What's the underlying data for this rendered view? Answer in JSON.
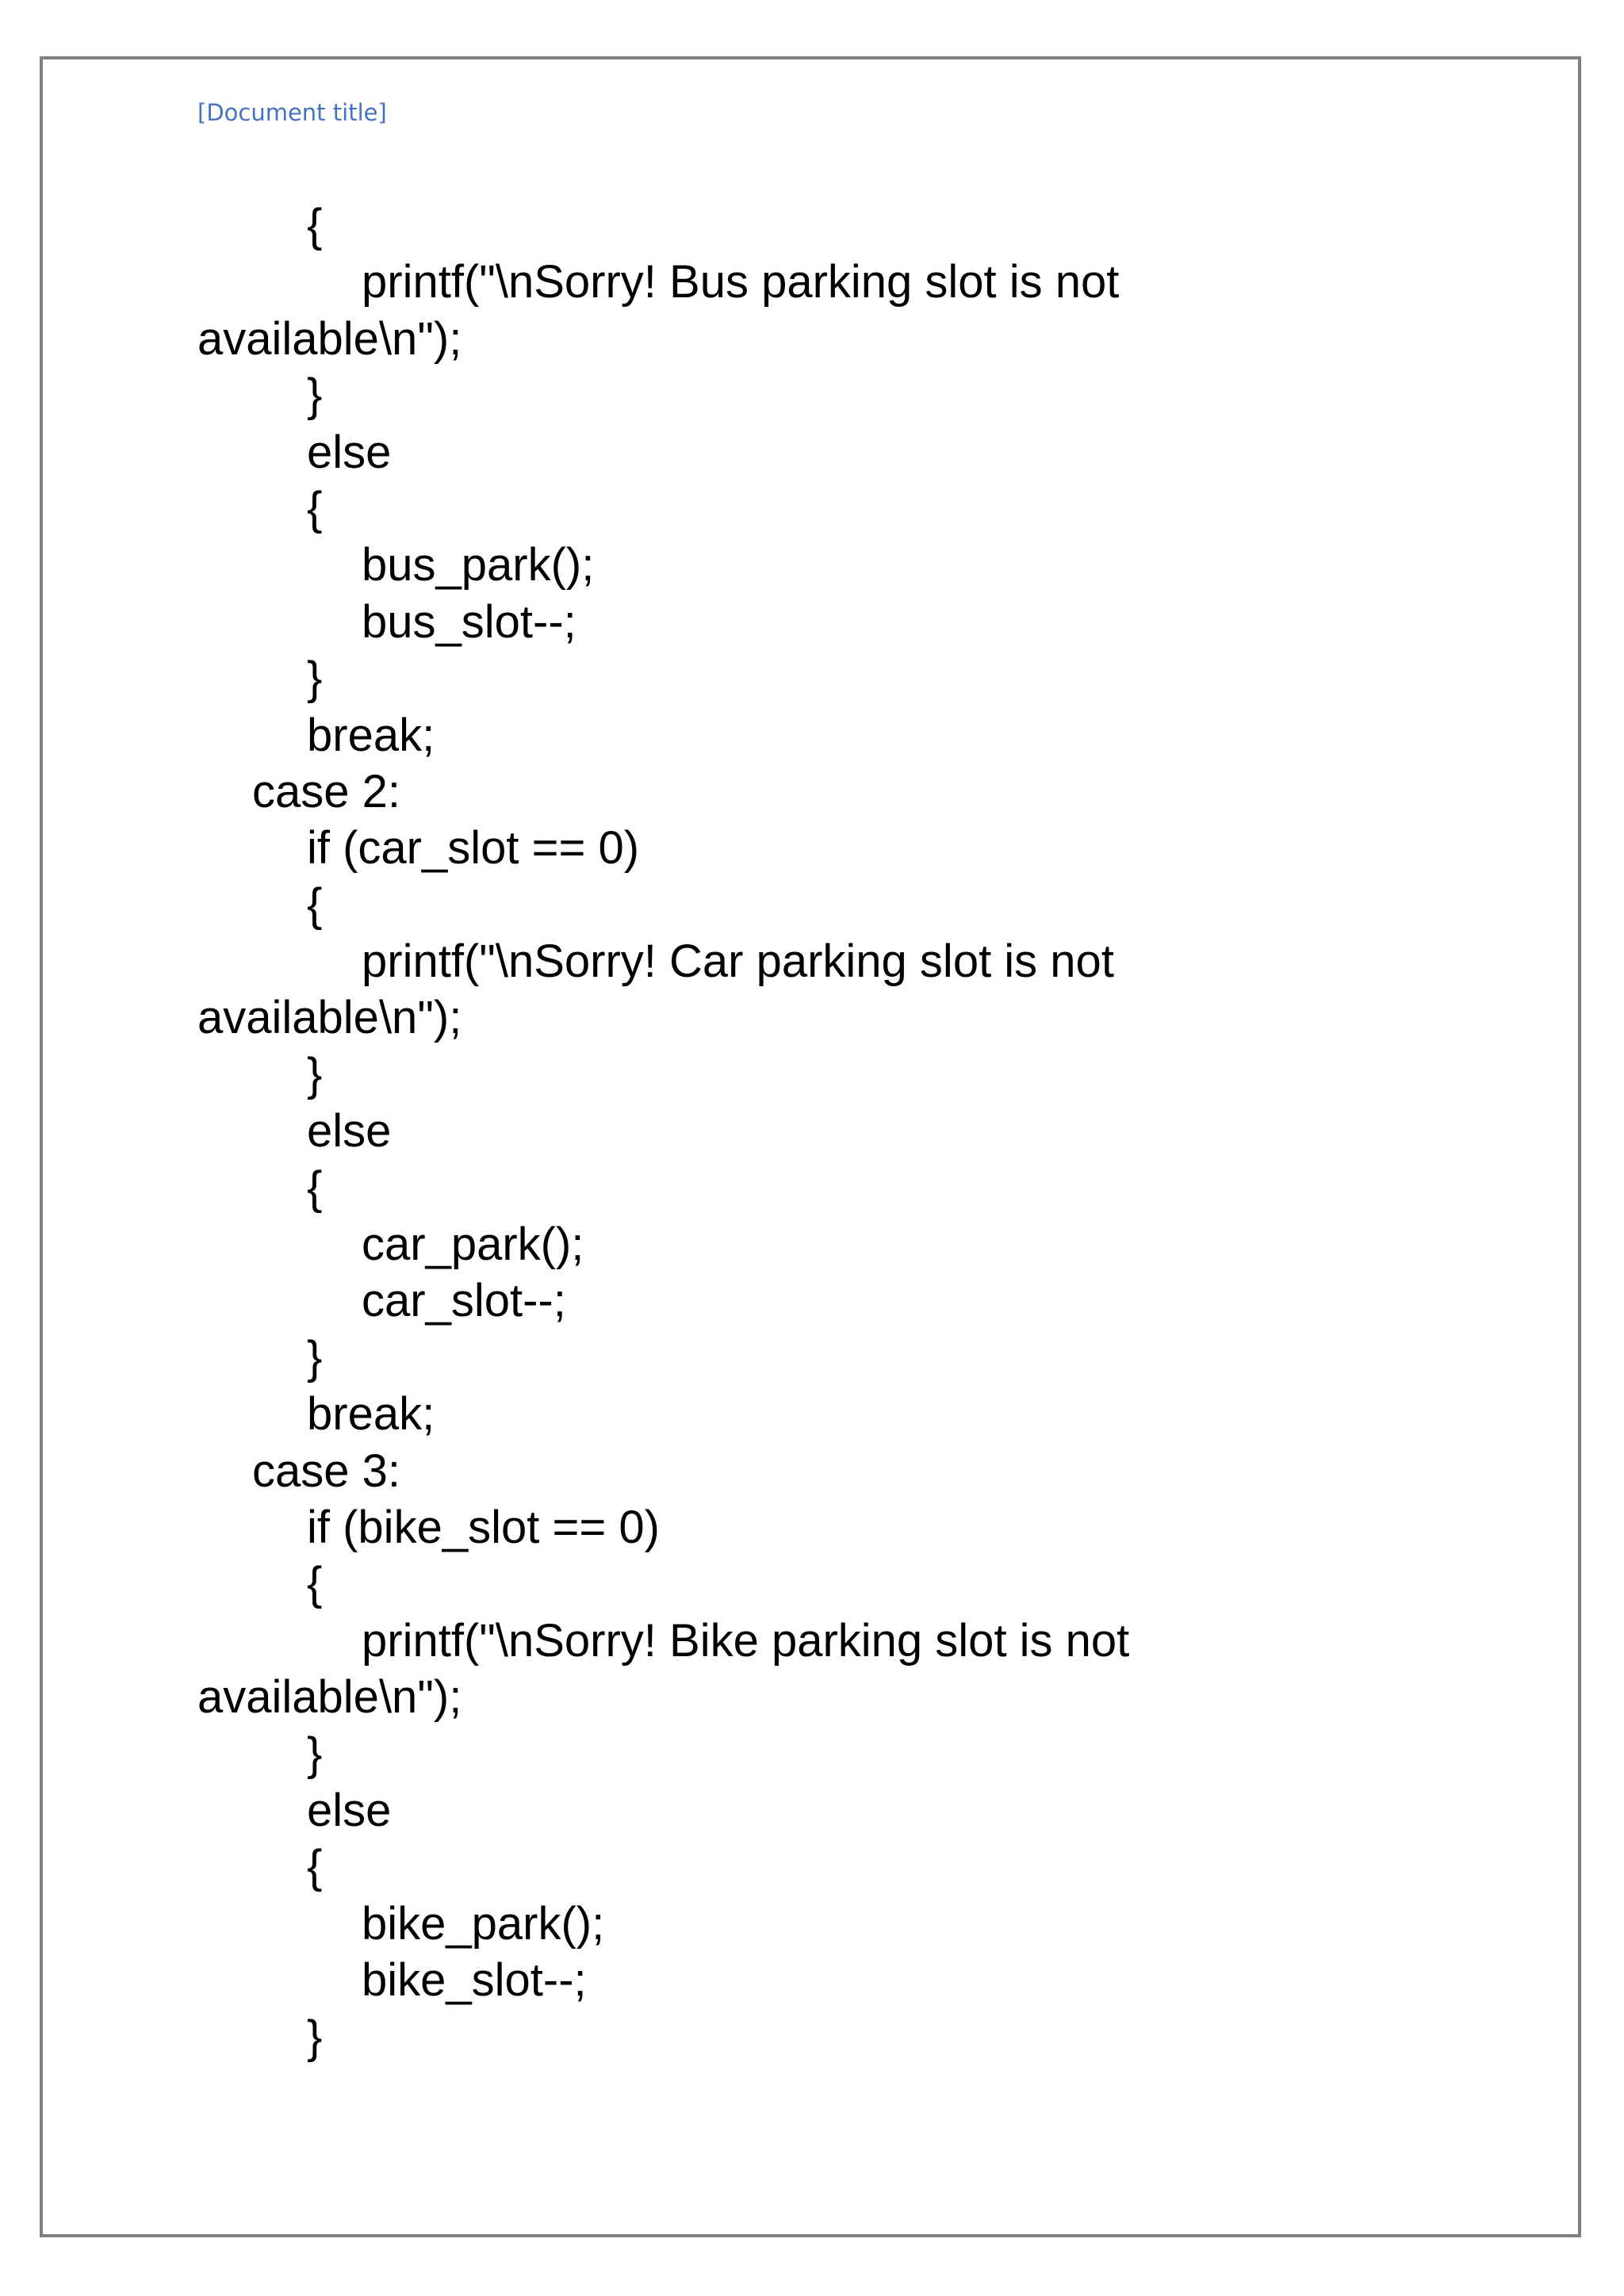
{
  "document": {
    "header_title": "[Document title]"
  },
  "code_lines": [
    {
      "indent": 2,
      "text": "{"
    },
    {
      "indent": 3,
      "text": "printf(\"\\nSorry! Bus parking slot is not"
    },
    {
      "indent": 0,
      "text": "available\\n\");"
    },
    {
      "indent": 2,
      "text": "}"
    },
    {
      "indent": 2,
      "text": "else"
    },
    {
      "indent": 2,
      "text": "{"
    },
    {
      "indent": 3,
      "text": "bus_park();"
    },
    {
      "indent": 3,
      "text": "bus_slot--;"
    },
    {
      "indent": 2,
      "text": "}"
    },
    {
      "indent": 2,
      "text": "break;"
    },
    {
      "indent": 1,
      "text": "case 2:"
    },
    {
      "indent": 2,
      "text": "if (car_slot == 0)"
    },
    {
      "indent": 2,
      "text": "{"
    },
    {
      "indent": 3,
      "text": "printf(\"\\nSorry! Car parking slot is not"
    },
    {
      "indent": 0,
      "text": "available\\n\");"
    },
    {
      "indent": 2,
      "text": "}"
    },
    {
      "indent": 2,
      "text": "else"
    },
    {
      "indent": 2,
      "text": "{"
    },
    {
      "indent": 3,
      "text": "car_park();"
    },
    {
      "indent": 3,
      "text": "car_slot--;"
    },
    {
      "indent": 2,
      "text": "}"
    },
    {
      "indent": 2,
      "text": "break;"
    },
    {
      "indent": 1,
      "text": "case 3:"
    },
    {
      "indent": 2,
      "text": "if (bike_slot == 0)"
    },
    {
      "indent": 2,
      "text": "{"
    },
    {
      "indent": 3,
      "text": "printf(\"\\nSorry! Bike parking slot is not"
    },
    {
      "indent": 0,
      "text": "available\\n\");"
    },
    {
      "indent": 2,
      "text": "}"
    },
    {
      "indent": 2,
      "text": "else"
    },
    {
      "indent": 2,
      "text": "{"
    },
    {
      "indent": 3,
      "text": "bike_park();"
    },
    {
      "indent": 3,
      "text": "bike_slot--;"
    },
    {
      "indent": 2,
      "text": "}"
    }
  ]
}
